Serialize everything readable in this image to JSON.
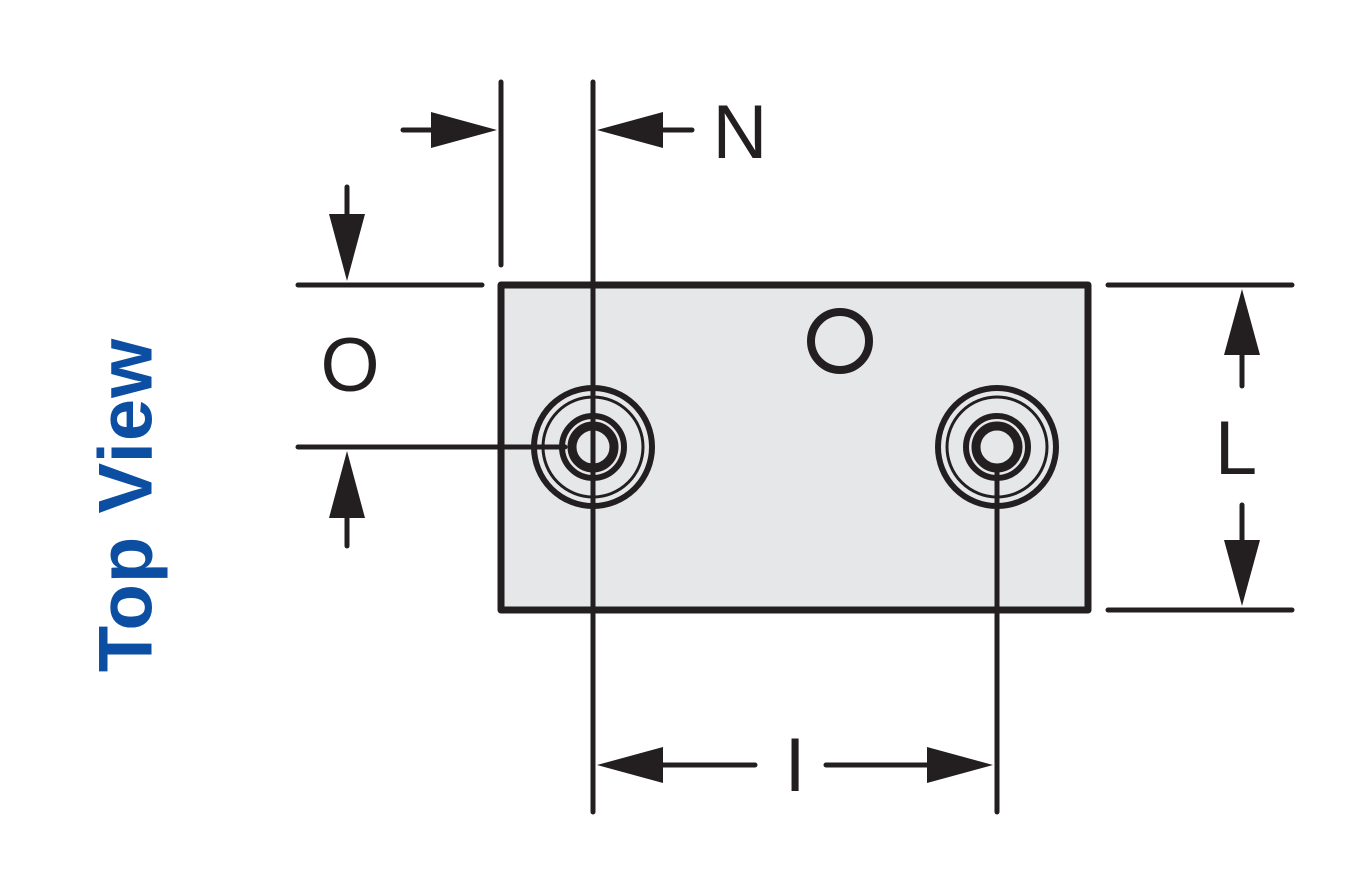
{
  "title": "Top View",
  "dimensions": {
    "N": "N",
    "O": "O",
    "L": "L",
    "I": "I"
  },
  "colors": {
    "title": "#0b4ea2",
    "line": "#231f20",
    "body_fill": "#e6e7e8",
    "background": "#ffffff"
  }
}
